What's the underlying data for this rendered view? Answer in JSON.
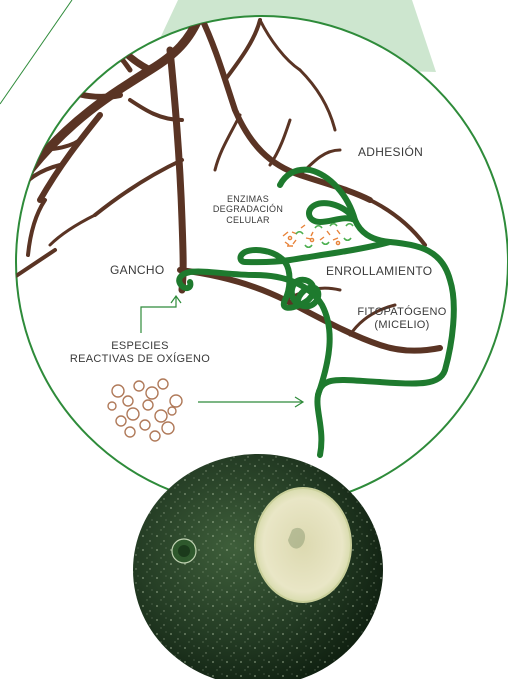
{
  "labels": {
    "adhesion": "ADHESIÓN",
    "enzymes_line1": "ENZIMAS",
    "enzymes_line2": "DEGRADACIÓN",
    "enzymes_line3": "CELULAR",
    "hook": "GANCHO",
    "coiling": "ENROLLAMIENTO",
    "pathogen_line1": "FITOPATÓGENO",
    "pathogen_line2": "(MICELIO)",
    "ros_line1": "ESPECIES",
    "ros_line2": "REACTIVAS DE OXÍGENO"
  },
  "colors": {
    "circle_stroke": "#2e8b3a",
    "trichoderma_green": "#1e7a2e",
    "mycelium_brown": "#5a3424",
    "highlight_beam": "#cde6cf",
    "enzyme_orange": "#e8833a",
    "enzyme_green": "#4caf50",
    "ros_bubbles": "#b07a5a",
    "fruit_dark": "#2a4a2a",
    "lesion_center": "#e8e8c8"
  }
}
